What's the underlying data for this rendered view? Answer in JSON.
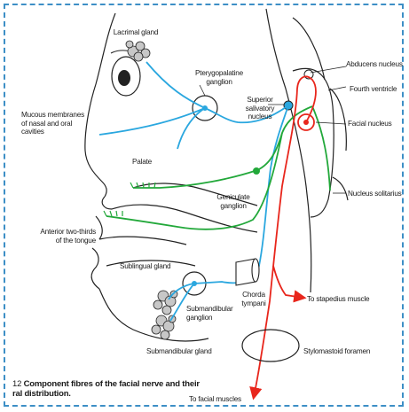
{
  "colors": {
    "frame": "#3d8fc6",
    "parasympathetic": "#2aa7df",
    "sensory": "#22a83a",
    "motor": "#e8261c",
    "outline": "#222222"
  },
  "labels": {
    "lacrimal_gland": "Lacrimal gland",
    "pterygopalatine_ganglion": "Pterygopalatine\nganglion",
    "abducens_nucleus": "Abducens nucleus",
    "fourth_ventricle": "Fourth ventricle",
    "superior_salivatory_nucleus": "Superior\nsalivatory\nnucleus",
    "facial_nucleus": "Facial nucleus",
    "mucous_membranes": "Mucous membranes\nof nasal and oral\ncavities",
    "palate": "Palate",
    "geniculate_ganglion": "Geniculate\nganglion",
    "nucleus_solitarius": "Nucleus solitarius",
    "anterior_two_thirds_tongue": "Anterior two-thirds\nof the tongue",
    "sublingual_gland": "Sublingual gland",
    "chorda_tympani": "Chorda\ntympani",
    "to_stapedius_muscle": "To stapedius muscle",
    "submandibular_ganglion": "Submandibular\nganglion",
    "stylomastoid_foramen": "Stylomastoid foramen",
    "submandibular_gland": "Submandibular gland",
    "to_facial_muscles": "To facial muscles"
  },
  "caption": {
    "number": "12",
    "text": "Component fibres of the facial nerve and their\nral distribution."
  }
}
